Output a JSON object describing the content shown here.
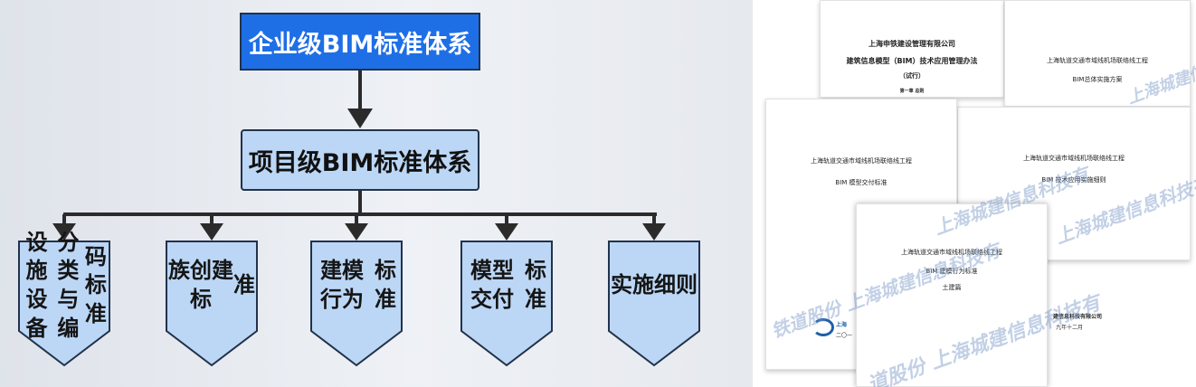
{
  "hierarchy": {
    "enterprise": "企业级BIM标准体系",
    "project": "项目级BIM标准体系",
    "children": [
      {
        "lines": [
          "设施设备",
          "分类与编",
          "码标准"
        ]
      },
      {
        "lines": [
          "族创建标",
          "准"
        ]
      },
      {
        "lines": [
          "建模行为",
          "标准"
        ]
      },
      {
        "lines": [
          "模型交付",
          "标准"
        ]
      },
      {
        "lines": [
          "实施细则"
        ]
      }
    ],
    "colors": {
      "enterprise_fill": "#1e6fe6",
      "project_fill": "#bcd7f6",
      "child_fill": "#bcd7f6",
      "line": "#2b2b2b"
    }
  },
  "documents": {
    "doc1": {
      "company": "上海申铁建设管理有限公司",
      "title": "建筑信息模型（BIM）技术应用管理办法",
      "subtitle": "（试行）",
      "chapter": "第一章  总则"
    },
    "doc2": {
      "project": "上海轨道交通市域线机场联络线工程",
      "title": "BIM总体实施方案"
    },
    "doc3": {
      "project": "上海轨道交通市域线机场联络线工程",
      "title": "BIM 模型交付标准"
    },
    "doc4": {
      "project": "上海轨道交通市域线机场联络线工程",
      "title": "BIM 技术应用实施细则"
    },
    "doc5": {
      "project": "上海轨道交通市域线机场联络线工程",
      "title": "BIM 建模行为标准",
      "section": "土建篇",
      "org_left": "上海",
      "org_right": "建信息科技有限公司",
      "date_left": "二〇一",
      "date_right": "九年十二月"
    },
    "watermarks": [
      "上海城建信息科技有",
      "铁道股份 上海城建信息科技有",
      "道股份 上海城建信息科技有"
    ]
  }
}
